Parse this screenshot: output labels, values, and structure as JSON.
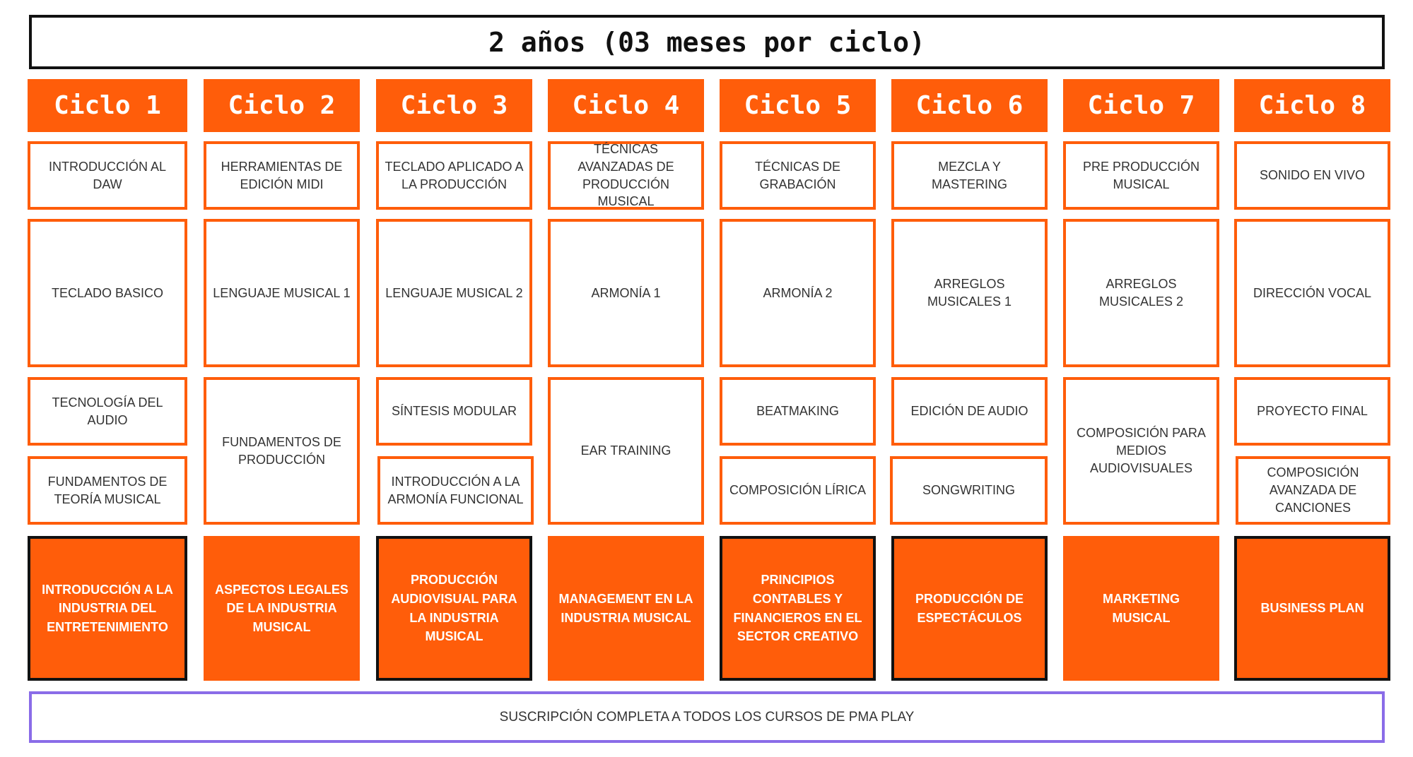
{
  "title": "2 años (03 meses por ciclo)",
  "colors": {
    "accent": "#ff5d0a",
    "footer_border": "#8a6ce8",
    "dark_border": "#111111"
  },
  "cycles": [
    "Ciclo 1",
    "Ciclo 2",
    "Ciclo 3",
    "Ciclo 4",
    "Ciclo 5",
    "Ciclo 6",
    "Ciclo 7",
    "Ciclo 8"
  ],
  "row1": [
    "INTRODUCCIÓN AL DAW",
    "HERRAMIENTAS DE EDICIÓN MIDI",
    "TECLADO APLICADO A LA PRODUCCIÓN",
    "TÉCNICAS AVANZADAS DE PRODUCCIÓN MUSICAL",
    "TÉCNICAS DE GRABACIÓN",
    "MEZCLA Y MASTERING",
    "PRE PRODUCCIÓN MUSICAL",
    "SONIDO EN VIVO"
  ],
  "row2": [
    "TECLADO BASICO",
    "LENGUAJE MUSICAL 1",
    "LENGUAJE MUSICAL 2",
    "ARMONÍA 1",
    "ARMONÍA 2",
    "ARREGLOS MUSICALES 1",
    "ARREGLOS MUSICALES 2",
    "DIRECCIÓN VOCAL"
  ],
  "row3": {
    "c1_top": "TECNOLOGÍA DEL AUDIO",
    "c1_bottom": "FUNDAMENTOS DE TEORÍA MUSICAL",
    "c2_full": "FUNDAMENTOS DE PRODUCCIÓN",
    "c3_top": "SÍNTESIS MODULAR",
    "c3_bottom": "INTRODUCCIÓN A LA ARMONÍA FUNCIONAL",
    "c4_full": "EAR TRAINING",
    "c5_top": "BEATMAKING",
    "c5_bottom": "COMPOSICIÓN LÍRICA",
    "c6_top": "EDICIÓN DE AUDIO",
    "c6_bottom": "SONGWRITING",
    "c7_full": "COMPOSICIÓN PARA MEDIOS AUDIOVISUALES",
    "c8_top": "PROYECTO FINAL",
    "c8_bottom": "COMPOSICIÓN AVANZADA DE CANCIONES"
  },
  "business": [
    "INTRODUCCIÓN A LA INDUSTRIA DEL ENTRETENIMIENTO",
    "ASPECTOS LEGALES DE LA INDUSTRIA MUSICAL",
    "PRODUCCIÓN AUDIOVISUAL PARA LA INDUSTRIA MUSICAL",
    "MANAGEMENT EN LA INDUSTRIA MUSICAL",
    "PRINCIPIOS CONTABLES Y FINANCIEROS EN EL SECTOR CREATIVO",
    "PRODUCCIÓN DE ESPECTÁCULOS",
    "MARKETING MUSICAL",
    "BUSINESS PLAN"
  ],
  "footer": "SUSCRIPCIÓN COMPLETA A TODOS LOS CURSOS DE PMA PLAY"
}
